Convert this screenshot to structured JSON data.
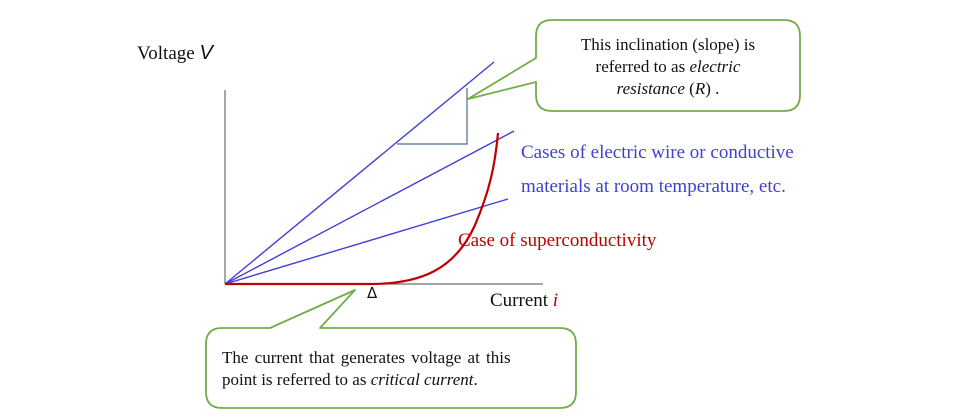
{
  "colors": {
    "blue": "#4040d8",
    "red": "#c00000",
    "green": "#70ad47",
    "axis": "#6f6f6f",
    "text": "#111111"
  },
  "axes": {
    "y_label": "Voltage",
    "y_symbol": "V",
    "x_label": "Current",
    "x_symbol": "i"
  },
  "annotations": {
    "room_temp_line1": "Cases of electric wire or conductive",
    "room_temp_line2": "materials at room temperature, etc.",
    "superconductivity": "Case of superconductivity",
    "critical_marker": "Δ"
  },
  "callouts": {
    "slope": {
      "line1": "This inclination (slope) is",
      "line2_plain": "referred to as ",
      "line2_italic": "electric",
      "line3_italic": "resistance",
      "line3_plain": " (",
      "line3_R": "R",
      "line3_end": ") ."
    },
    "critical": {
      "line1": "The current that generates voltage at this",
      "line2_plain": "point is referred to as ",
      "line2_italic": "critical current",
      "line2_end": "."
    }
  }
}
